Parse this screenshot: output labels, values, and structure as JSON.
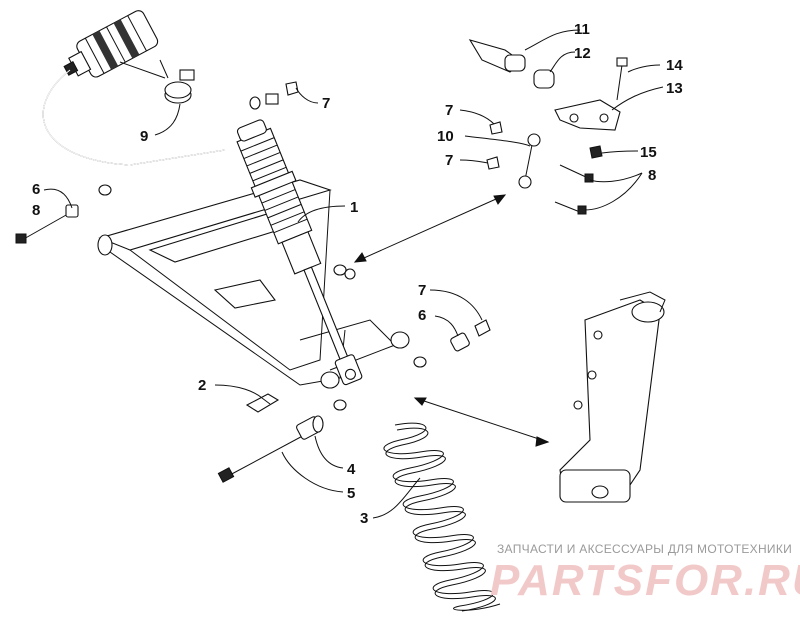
{
  "diagram": {
    "callouts": [
      {
        "id": "c1",
        "text": "1"
      },
      {
        "id": "c2",
        "text": "2"
      },
      {
        "id": "c3",
        "text": "3"
      },
      {
        "id": "c4",
        "text": "4"
      },
      {
        "id": "c5",
        "text": "5"
      },
      {
        "id": "c6a",
        "text": "6"
      },
      {
        "id": "c6b",
        "text": "6"
      },
      {
        "id": "c7a",
        "text": "7"
      },
      {
        "id": "c7b",
        "text": "7"
      },
      {
        "id": "c7c",
        "text": "7"
      },
      {
        "id": "c7d",
        "text": "7"
      },
      {
        "id": "c8a",
        "text": "8"
      },
      {
        "id": "c8b",
        "text": "8"
      },
      {
        "id": "c9",
        "text": "9"
      },
      {
        "id": "c10",
        "text": "10"
      },
      {
        "id": "c11",
        "text": "11"
      },
      {
        "id": "c12",
        "text": "12"
      },
      {
        "id": "c13",
        "text": "13"
      },
      {
        "id": "c14",
        "text": "14"
      },
      {
        "id": "c15",
        "text": "15"
      }
    ]
  },
  "watermark": {
    "tagline": "ЗАПЧАСТИ И АКСЕССУАРЫ ДЛЯ МОТОТЕХНИКИ",
    "logo": "PARTSFOR.RU"
  }
}
